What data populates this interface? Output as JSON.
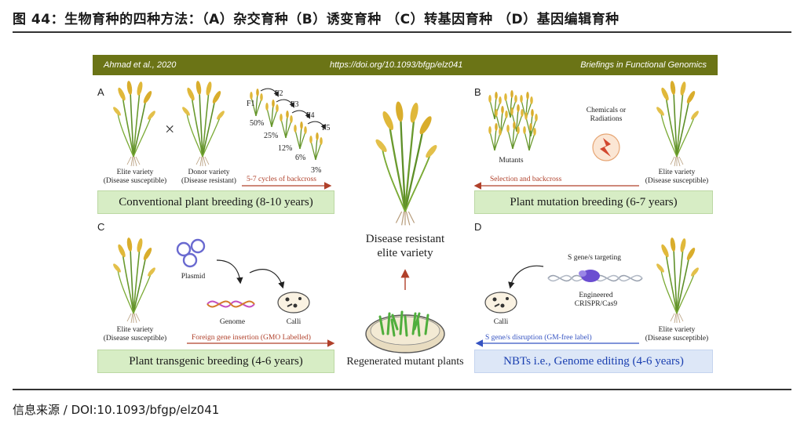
{
  "header": {
    "title": "图 44：生物育种的四种方法：（A）杂交育种（B）诱变育种 （C）转基因育种 （D）基因编辑育种"
  },
  "footer": {
    "source": "信息来源 / DOI:10.1093/bfgp/elz041"
  },
  "banner": {
    "left": "Ahmad et al., 2020",
    "center": "https://doi.org/10.1093/bfgp/elz041",
    "right": "Briefings in Functional Genomics"
  },
  "panel_a": {
    "letter": "A",
    "elite_caption_1": "Elite variety",
    "elite_caption_2": "(Disease susceptible)",
    "donor_caption_1": "Donor variety",
    "donor_caption_2": "(Disease resistant)",
    "cross_symbol": "×",
    "generations": [
      "F1",
      "F2",
      "F3",
      "F4",
      "F5"
    ],
    "percents": [
      "50%",
      "25%",
      "12%",
      "6%",
      "3%"
    ],
    "arrow_label": "5-7 cycles of backcross",
    "box_label": "Conventional plant breeding (8-10 years)"
  },
  "panel_b": {
    "letter": "B",
    "mutants_caption": "Mutants",
    "agent_caption_1": "Chemicals or",
    "agent_caption_2": "Radiations",
    "elite_caption_1": "Elite variety",
    "elite_caption_2": "(Disease susceptible)",
    "arrow_label": "Selection and backcross",
    "box_label": "Plant mutation breeding (6-7 years)"
  },
  "panel_c": {
    "letter": "C",
    "elite_caption_1": "Elite variety",
    "elite_caption_2": "(Disease susceptible)",
    "plasmid_caption": "Plasmid",
    "genome_caption": "Genome",
    "calli_caption": "Calli",
    "arrow_label": "Foreign gene insertion (GMO Labelled)",
    "box_label": "Plant transgenic breeding (4-6 years)"
  },
  "panel_d": {
    "letter": "D",
    "targeting_caption": "S gene/s targeting",
    "engineered_caption_1": "Engineered",
    "engineered_caption_2": "CRISPR/Cas9",
    "calli_caption": "Calli",
    "elite_caption_1": "Elite variety",
    "elite_caption_2": "(Disease susceptible)",
    "arrow_label": "S gene/s disruption (GM-free label)",
    "box_label": "NBTs i.e., Genome editing (4-6 years)"
  },
  "center": {
    "result_line_1": "Disease resistant",
    "result_line_2": "elite variety",
    "regenerated_label": "Regenerated mutant plants"
  },
  "colors": {
    "banner": "#6b7416",
    "green_box": "#d7edc5",
    "blue_box": "#dde7f7",
    "red_arrow": "#b0402a",
    "blue_arrow": "#3553c2"
  }
}
